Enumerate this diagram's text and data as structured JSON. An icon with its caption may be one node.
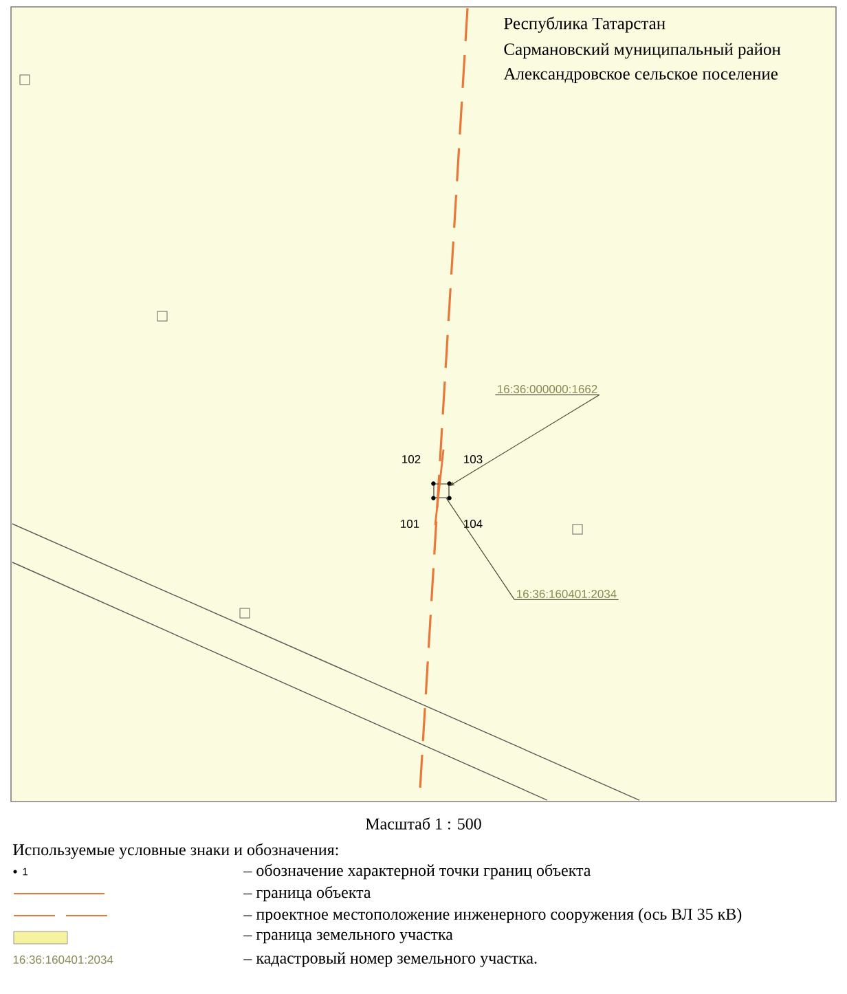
{
  "diagram": {
    "nodes": [
      {
        "text": [
          "16:36:000000:1662"
        ]
      },
      {
        "text": [
          "16:36:160401:2034"
        ]
      },
      {
        "text": [],
        "shape": "box"
      }
    ],
    "edges": [
      {
        "from": 0,
        "to": 2,
        "arrow": "to"
      },
      {
        "from": 1,
        "to": 2,
        "arrow": "none"
      }
    ],
    "labels": [
      "Республика Татарстан",
      "Сармановский муниципальный район",
      "Александровское сельское поселение",
      "102",
      "103",
      "101",
      "104",
      "Масштаб 1 : 500",
      "Используемые условные знаки и обозначения:",
      "1",
      "16:36:160401:2034"
    ],
    "legend": [
      {
        "text": "– обозначение характерной точки границ объекта"
      },
      {
        "text": "– граница объекта"
      },
      {
        "text": "– проектное местоположение инженерного сооружения (ось ВЛ 35 кВ)"
      },
      {
        "text": "– граница земельного участка",
        "color": "#f6f3a0"
      },
      {
        "text": "– кадастровый номер земельного участка."
      }
    ]
  }
}
